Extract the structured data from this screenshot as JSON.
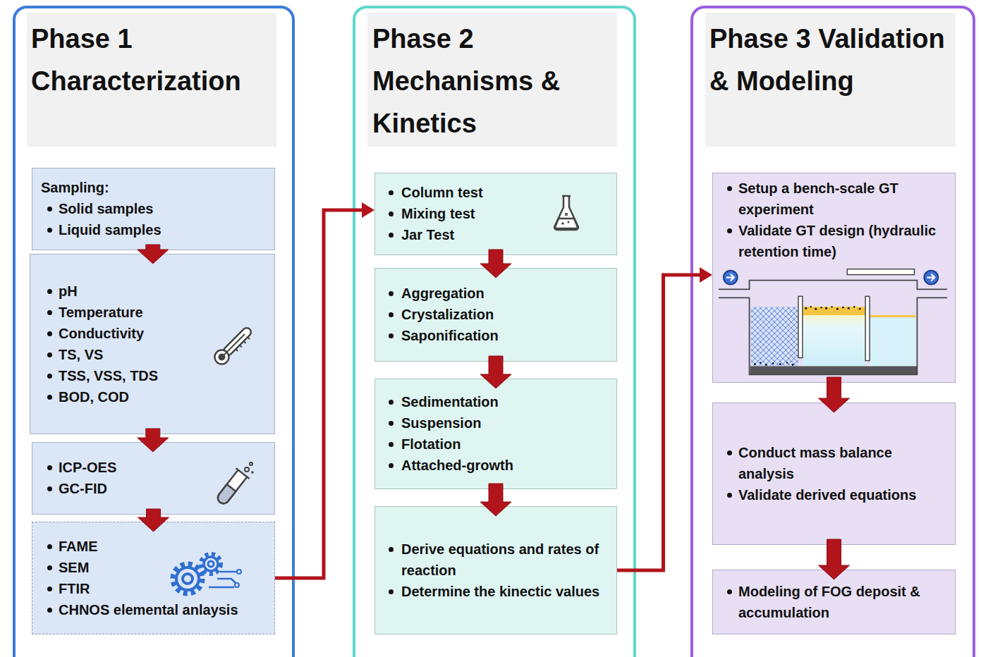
{
  "diagram": {
    "nodes": [
      {
        "text": [
          "Phase 1 Characterization"
        ]
      },
      {
        "text": [
          "Sampling:",
          "Solid samples",
          "Liquid samples"
        ],
        "in": 0
      },
      {
        "text": [
          "pH",
          "Temperature",
          "Conductivity",
          "TS, VS",
          "TSS, VSS, TDS",
          "BOD, COD"
        ],
        "in": 0
      },
      {
        "text": [
          "ICP-OES",
          "GC-FID"
        ],
        "in": 0
      },
      {
        "text": [
          "FAME",
          "SEM",
          "FTIR",
          "CHNOS elemental anlaysis"
        ],
        "in": 0
      },
      {
        "text": [
          "Phase 2 Mechanisms & Kinetics"
        ]
      },
      {
        "text": [
          "Column test",
          "Mixing test",
          "Jar Test"
        ],
        "in": 5
      },
      {
        "text": [
          "Aggregation",
          "Crystalization",
          "Saponification"
        ],
        "in": 5
      },
      {
        "text": [
          "Sedimentation",
          "Suspension",
          "Flotation",
          "Attached-growth"
        ],
        "in": 5
      },
      {
        "text": [
          "Derive equations and rates of reaction",
          "Determine the kinectic values"
        ],
        "in": 5
      },
      {
        "text": [
          "Phase 3 Validation & Modeling"
        ]
      },
      {
        "text": [
          "Setup a bench-scale GT experiment",
          "Validate GT design (hydraulic retention time)"
        ],
        "in": 10
      },
      {
        "text": [
          "Conduct mass balance analysis",
          "Validate derived equations"
        ],
        "in": 10
      },
      {
        "text": [
          "Modeling of FOG deposit & accumulation"
        ],
        "in": 10
      }
    ],
    "edges": [
      {
        "from": 1,
        "to": 2,
        "arrow": "to"
      },
      {
        "from": 2,
        "to": 3,
        "arrow": "to"
      },
      {
        "from": 3,
        "to": 4,
        "arrow": "to"
      },
      {
        "from": 4,
        "to": 6,
        "arrow": "to"
      },
      {
        "from": 6,
        "to": 7,
        "arrow": "to"
      },
      {
        "from": 7,
        "to": 8,
        "arrow": "to"
      },
      {
        "from": 8,
        "to": 9,
        "arrow": "to"
      },
      {
        "from": 9,
        "to": 11,
        "arrow": "to"
      },
      {
        "from": 11,
        "to": 12,
        "arrow": "to"
      },
      {
        "from": 12,
        "to": 13,
        "arrow": "to"
      }
    ]
  }
}
